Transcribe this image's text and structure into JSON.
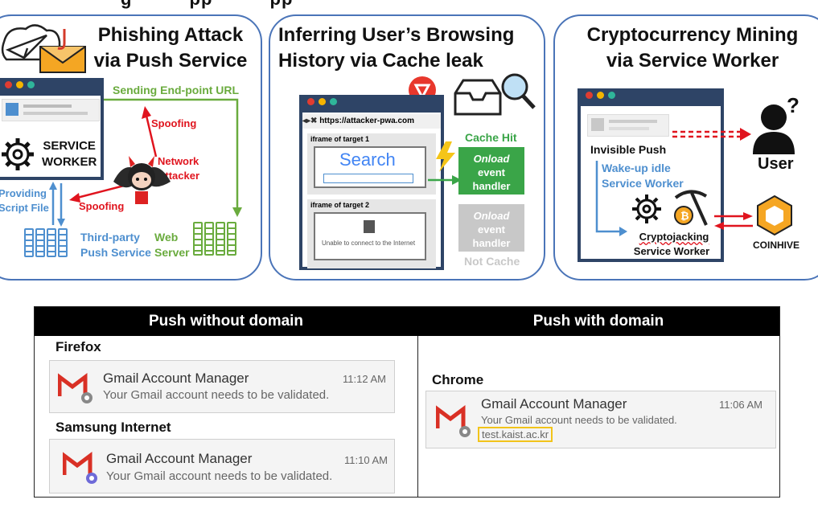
{
  "top_cut_text": "g          pp          pp",
  "panels": [
    {
      "title_l1": "Phishing Attack",
      "title_l2": "via Push Service",
      "sending_label": "Sending End-point URL",
      "spoofing_top": "Spoofing",
      "network_attacker": "Network\nAttacker",
      "spoofing_left": "Spoofing",
      "service_worker": "SERVICE\nWORKER",
      "providing_script": "Providing\nScript File",
      "third_party": "Third-party\nPush Service",
      "web_server": "Web\nServer"
    },
    {
      "title_l1": "Inferring User’s Browsing",
      "title_l2": "History via Cache leak",
      "url": "https://attacker-pwa.com",
      "iframe1": "iframe of target 1",
      "search_word": "Search",
      "iframe2": "iframe of target 2",
      "unable_text": "Unable to connect to the Internet",
      "cache_hit": "Cache Hit",
      "hit_box": {
        "l1": "Onload",
        "l2": "event",
        "l3": "handler"
      },
      "miss_box": {
        "l1": "Onload",
        "l2": "event",
        "l3": "handler"
      },
      "not_cache": "Not Cache"
    },
    {
      "title_l1": "Cryptocurrency Mining",
      "title_l2": "via Service Worker",
      "invisible_push": "Invisible Push",
      "wakeup": "Wake-up idle\nService Worker",
      "cryptojacking_l1": "Cryptojacking",
      "cryptojacking_l2": "Service Worker",
      "user": "User",
      "coinhive": "COINHIVE"
    }
  ],
  "table": {
    "col1_header": "Push without domain",
    "col2_header": "Push with domain",
    "browsers": [
      "Firefox",
      "Samsung Internet",
      "Chrome"
    ],
    "notifications": [
      {
        "title": "Gmail Account Manager",
        "message": "Your Gmail account needs to be validated.",
        "time": "11:12 AM"
      },
      {
        "title": "Gmail Account Manager",
        "message": "Your Gmail account needs to be validated.",
        "time": "11:10 AM"
      },
      {
        "title": "Gmail Account Manager",
        "message": "Your Gmail account needs to be validated.",
        "time": "11:06 AM",
        "domain": "test.kaist.ac.kr"
      }
    ]
  },
  "colors": {
    "panel_border": "#4a74b8",
    "attack_red": "#e0141e",
    "green": "#6aab3e",
    "blue": "#4e8fcf",
    "cache_hit_green": "#3aa548",
    "domain_highlight": "#f2c41a",
    "gmail_red": "#d93025"
  }
}
